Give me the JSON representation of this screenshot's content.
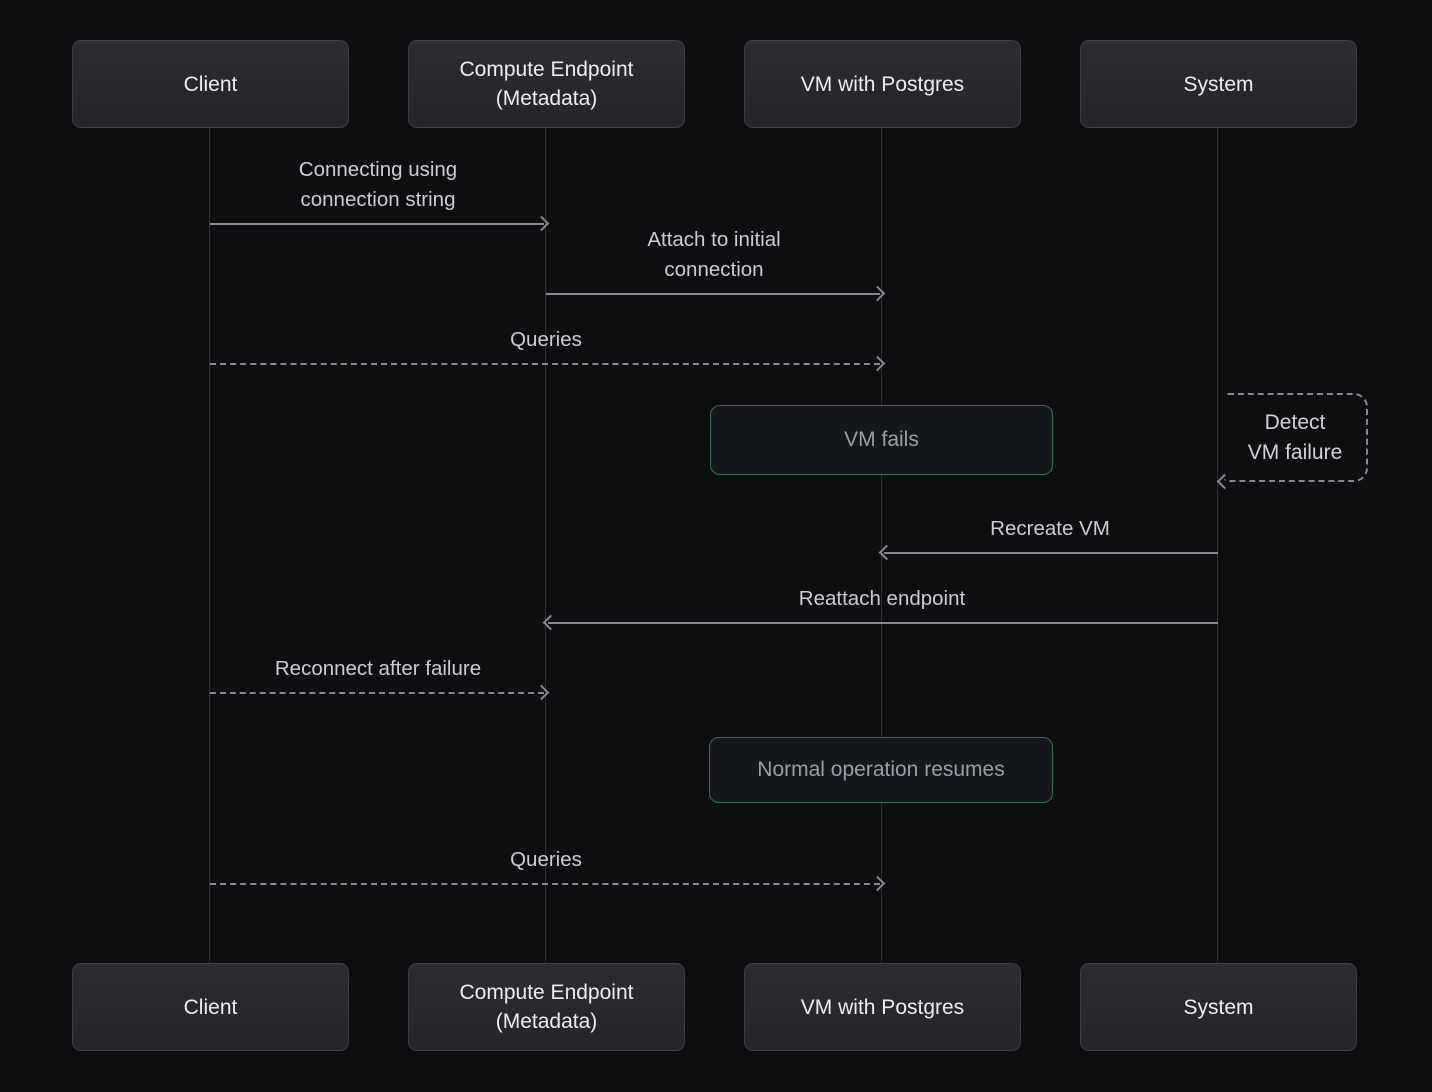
{
  "page": {
    "background": "#0d0e10"
  },
  "diagram": {
    "type": "sequence",
    "actors": [
      {
        "id": "client",
        "label": "Client"
      },
      {
        "id": "compute-endpoint",
        "label": "Compute Endpoint\n(Metadata)"
      },
      {
        "id": "vm-with-postgres",
        "label": "VM with Postgres"
      },
      {
        "id": "system",
        "label": "System"
      }
    ],
    "messages": [
      {
        "from": "client",
        "to": "compute-endpoint",
        "style": "solid",
        "direction": "right",
        "label": "Connecting using\nconnection string"
      },
      {
        "from": "compute-endpoint",
        "to": "vm-with-postgres",
        "style": "solid",
        "direction": "right",
        "label": "Attach to initial\nconnection"
      },
      {
        "from": "client",
        "to": "vm-with-postgres",
        "style": "dashed",
        "direction": "right",
        "label": "Queries"
      },
      {
        "from": "system",
        "to": "vm-with-postgres",
        "style": "solid",
        "direction": "left",
        "label": "Recreate VM"
      },
      {
        "from": "system",
        "to": "compute-endpoint",
        "style": "solid",
        "direction": "left",
        "label": "Reattach endpoint"
      },
      {
        "from": "client",
        "to": "compute-endpoint",
        "style": "dashed",
        "direction": "right",
        "label": "Reconnect after failure"
      },
      {
        "from": "client",
        "to": "vm-with-postgres",
        "style": "dashed",
        "direction": "right",
        "label": "Queries"
      }
    ],
    "notes": [
      {
        "over": "vm-with-postgres",
        "label": "VM fails"
      },
      {
        "over": "vm-with-postgres",
        "label": "Normal operation resumes"
      }
    ],
    "self_message": {
      "actor": "system",
      "label": "Detect\nVM failure"
    },
    "colors": {
      "background": "#0d0e10",
      "actor_fill": "#26282c",
      "actor_border": "#3e4045",
      "actor_text": "#eceef1",
      "lifeline": "#2d2f34",
      "arrow": "#85888d",
      "message_text": "#c9ccd1",
      "note_border": "#2d7156",
      "note_fill": "#15181b",
      "note_text": "#989ea6"
    }
  }
}
